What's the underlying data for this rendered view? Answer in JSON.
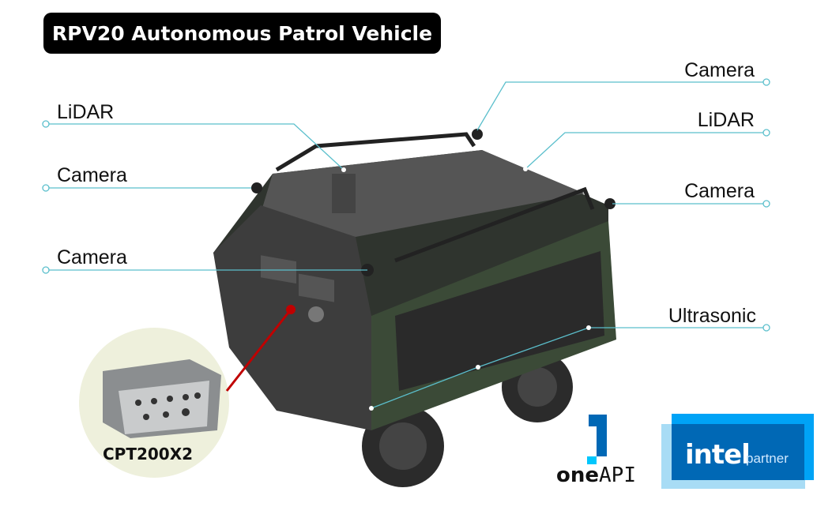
{
  "title": "RPV20 Autonomous Patrol Vehicle",
  "callouts": {
    "lidar_left": "LiDAR",
    "camera_left_top": "Camera",
    "camera_left_front": "Camera",
    "camera_right_top": "Camera",
    "lidar_right": "LiDAR",
    "camera_right": "Camera",
    "ultrasonic": "Ultrasonic"
  },
  "computer": {
    "label": "CPT200X2"
  },
  "logos": {
    "oneapi_bold": "one",
    "oneapi_rest": "API",
    "intel": "intel",
    "partner": "partner"
  },
  "colors": {
    "callout_line": "#5bbfcc",
    "vehicle_body": "#3a4436",
    "pointer": "#c00000",
    "intel_blue": "#0068b5",
    "intel_light": "#a8dcf5"
  }
}
